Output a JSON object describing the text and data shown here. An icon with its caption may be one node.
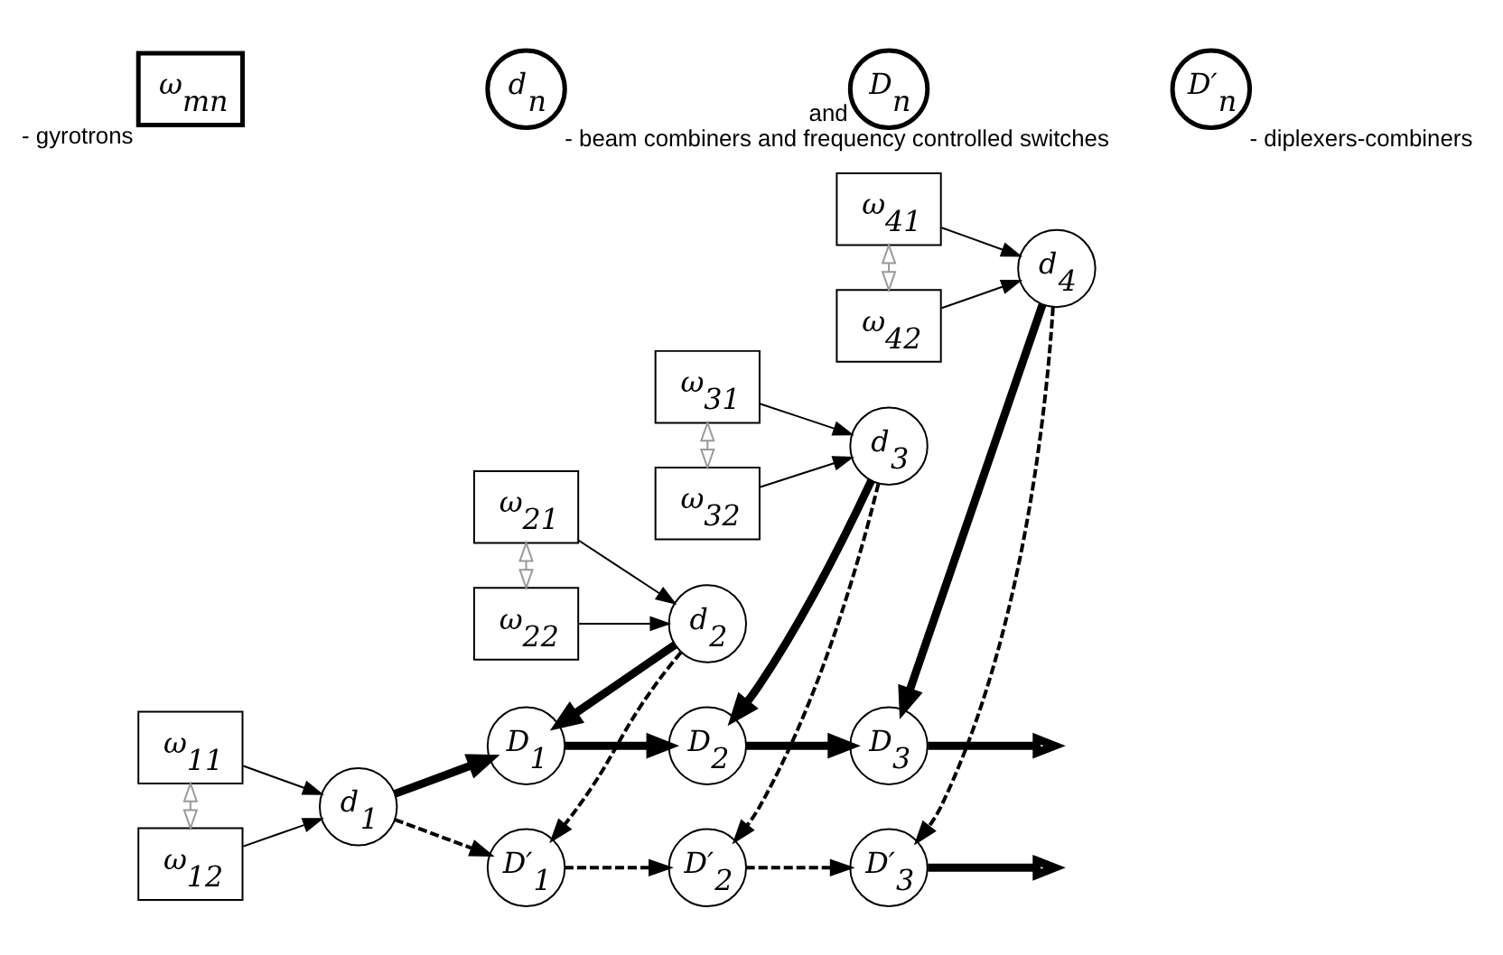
{
  "diagram": {
    "nodes": [
      {
        "text": [
          "ω$_{11}$"
        ]
      },
      {
        "text": [
          "ω$_{12}$"
        ]
      },
      {
        "text": [
          "d$_{1}$"
        ]
      },
      {
        "text": [
          "D$_{1}$"
        ]
      },
      {
        "text": [
          "ω$_{21}$"
        ]
      },
      {
        "text": [
          "ω$_{22}$"
        ]
      },
      {
        "text": [
          "d$_{2}$"
        ]
      },
      {
        "text": [
          "D$_{2}$"
        ]
      },
      {
        "text": [
          "ω$_{31}$"
        ]
      },
      {
        "text": [
          "ω$_{32}$"
        ]
      },
      {
        "text": [
          "d$_{3}$"
        ]
      },
      {
        "text": [
          "D$_{3}$"
        ]
      },
      {
        "text": [
          "ω$_{41}$"
        ]
      },
      {
        "text": [
          "ω$_{42}$"
        ]
      },
      {
        "text": [
          "d$_{4}$"
        ]
      },
      {
        "text": [
          "D′$_{1}$"
        ]
      },
      {
        "text": [
          "D′$_{2}$"
        ]
      },
      {
        "text": [
          "D′$_{3}$"
        ]
      },
      {
        "text": [
          "ω$_{mn}$"
        ],
        "beside": [
          "- gyrotrons"
        ]
      },
      {
        "text": [
          "d$_{n}$"
        ],
        "beside": [
          "- beam combiners and frequency controlled switches"
        ]
      },
      {
        "text": [
          "D$_{n}$"
        ],
        "beside": [
          "and"
        ]
      },
      {
        "text": [
          "D′$_{n}$"
        ],
        "beside": [
          "- diplexers-combiners"
        ]
      }
    ],
    "edges": [
      {
        "from": 0,
        "to": 2,
        "arrow": "to"
      },
      {
        "from": 1,
        "to": 2,
        "arrow": "to"
      },
      {
        "from": 0,
        "to": 1,
        "arrow": "both",
        "color": "#999999"
      },
      {
        "from": 2,
        "to": 3,
        "arrow": "to",
        "style": "thick"
      },
      {
        "from": 2,
        "to": 15,
        "arrow": "to",
        "style": "dashed"
      },
      {
        "from": 4,
        "to": 6,
        "arrow": "to"
      },
      {
        "from": 5,
        "to": 6,
        "arrow": "to"
      },
      {
        "from": 4,
        "to": 5,
        "arrow": "both",
        "color": "#999999"
      },
      {
        "from": 6,
        "to": 3,
        "arrow": "to",
        "style": "thick"
      },
      {
        "from": 6,
        "to": 15,
        "arrow": "to",
        "style": "dashed"
      },
      {
        "from": 3,
        "to": 7,
        "arrow": "to",
        "style": "thick"
      },
      {
        "from": 8,
        "to": 10,
        "arrow": "to"
      },
      {
        "from": 9,
        "to": 10,
        "arrow": "to"
      },
      {
        "from": 8,
        "to": 9,
        "arrow": "both",
        "color": "#999999"
      },
      {
        "from": 10,
        "to": 7,
        "arrow": "to",
        "style": "thick"
      },
      {
        "from": 10,
        "to": 16,
        "arrow": "to",
        "style": "dashed"
      },
      {
        "from": 7,
        "to": 11,
        "arrow": "to",
        "style": "thick"
      },
      {
        "from": 12,
        "to": 14,
        "arrow": "to"
      },
      {
        "from": 13,
        "to": 14,
        "arrow": "to"
      },
      {
        "from": 12,
        "to": 13,
        "arrow": "both",
        "color": "#999999"
      },
      {
        "from": 14,
        "to": 11,
        "arrow": "to",
        "style": "thick"
      },
      {
        "from": 14,
        "to": 17,
        "arrow": "to",
        "style": "dashed"
      },
      {
        "from": 15,
        "to": 16,
        "arrow": "to",
        "style": "dashed"
      },
      {
        "from": 16,
        "to": 17,
        "arrow": "to",
        "style": "dashed"
      },
      {
        "from": 11,
        "to": null,
        "arrow": "to",
        "style": "thick"
      },
      {
        "from": 17,
        "to": null,
        "arrow": "to",
        "style": "thick"
      }
    ]
  }
}
